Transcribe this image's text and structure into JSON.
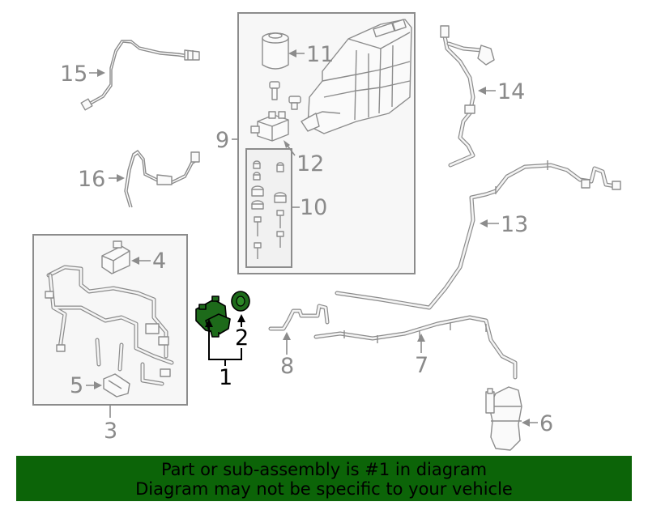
{
  "callouts": {
    "n1": "1",
    "n2": "2",
    "n3": "3",
    "n4": "4",
    "n5": "5",
    "n6": "6",
    "n7": "7",
    "n8": "8",
    "n9": "9",
    "n10": "10",
    "n11": "11",
    "n12": "12",
    "n13": "13",
    "n14": "14",
    "n15": "15",
    "n16": "16"
  },
  "banner": {
    "line1": "Part or sub-assembly is #1 in diagram",
    "line2": "Diagram may not be specific to your vehicle"
  },
  "colors": {
    "banner_bg": "#0c6408",
    "highlight_part": "#1d6a1a",
    "line_gray": "#8c8c8c"
  },
  "highlighted_part": "1"
}
